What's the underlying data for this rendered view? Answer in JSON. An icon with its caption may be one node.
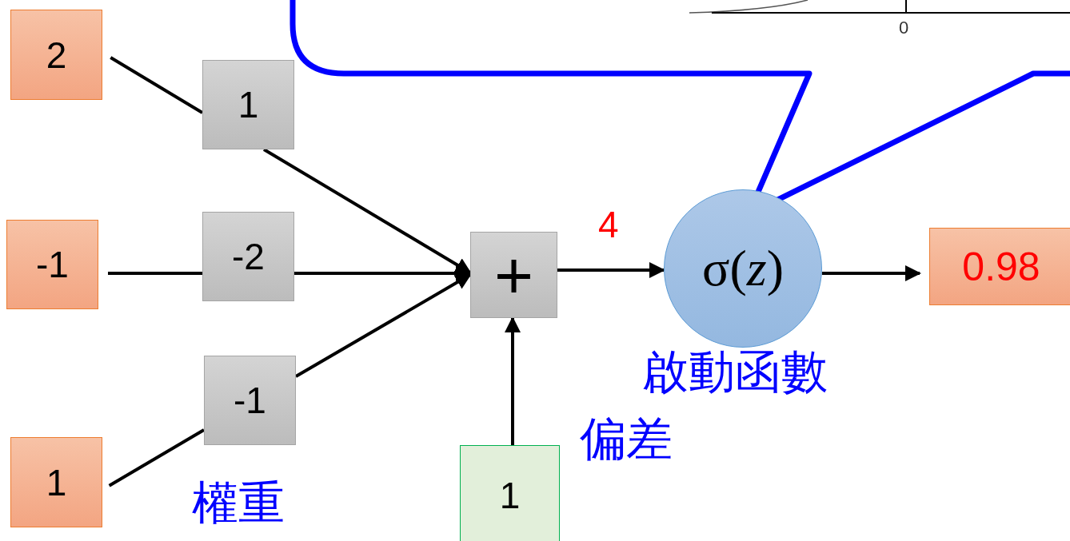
{
  "diagram": {
    "nodes": [
      {
        "text": [
          "2"
        ]
      },
      {
        "text": [
          "1"
        ]
      },
      {
        "text": [
          "-1"
        ]
      },
      {
        "text": [
          "-2"
        ]
      },
      {
        "text": [
          "1"
        ]
      },
      {
        "text": [
          "-1"
        ]
      },
      {
        "text": [
          "+"
        ]
      },
      {
        "text": [
          "1"
        ],
        "beside": [
          "偏差"
        ]
      },
      {
        "text": [
          "σ(*z*)"
        ],
        "beside": [
          "啟動函數"
        ]
      },
      {
        "text": [
          "0.98"
        ]
      }
    ],
    "edges": [
      {
        "from": 0,
        "to": 1,
        "arrow": "none"
      },
      {
        "from": 1,
        "to": 6,
        "arrow": "to"
      },
      {
        "from": 2,
        "to": 3,
        "arrow": "none"
      },
      {
        "from": 3,
        "to": 6,
        "arrow": "to"
      },
      {
        "from": 4,
        "to": 5,
        "arrow": "none"
      },
      {
        "from": 5,
        "to": 6,
        "arrow": "to"
      },
      {
        "from": 7,
        "to": 6,
        "arrow": "to"
      },
      {
        "from": 6,
        "to": 8,
        "arrow": "to",
        "label": "4"
      },
      {
        "from": 8,
        "to": 9,
        "arrow": "to"
      }
    ],
    "labels": [
      "0",
      "權重"
    ]
  }
}
